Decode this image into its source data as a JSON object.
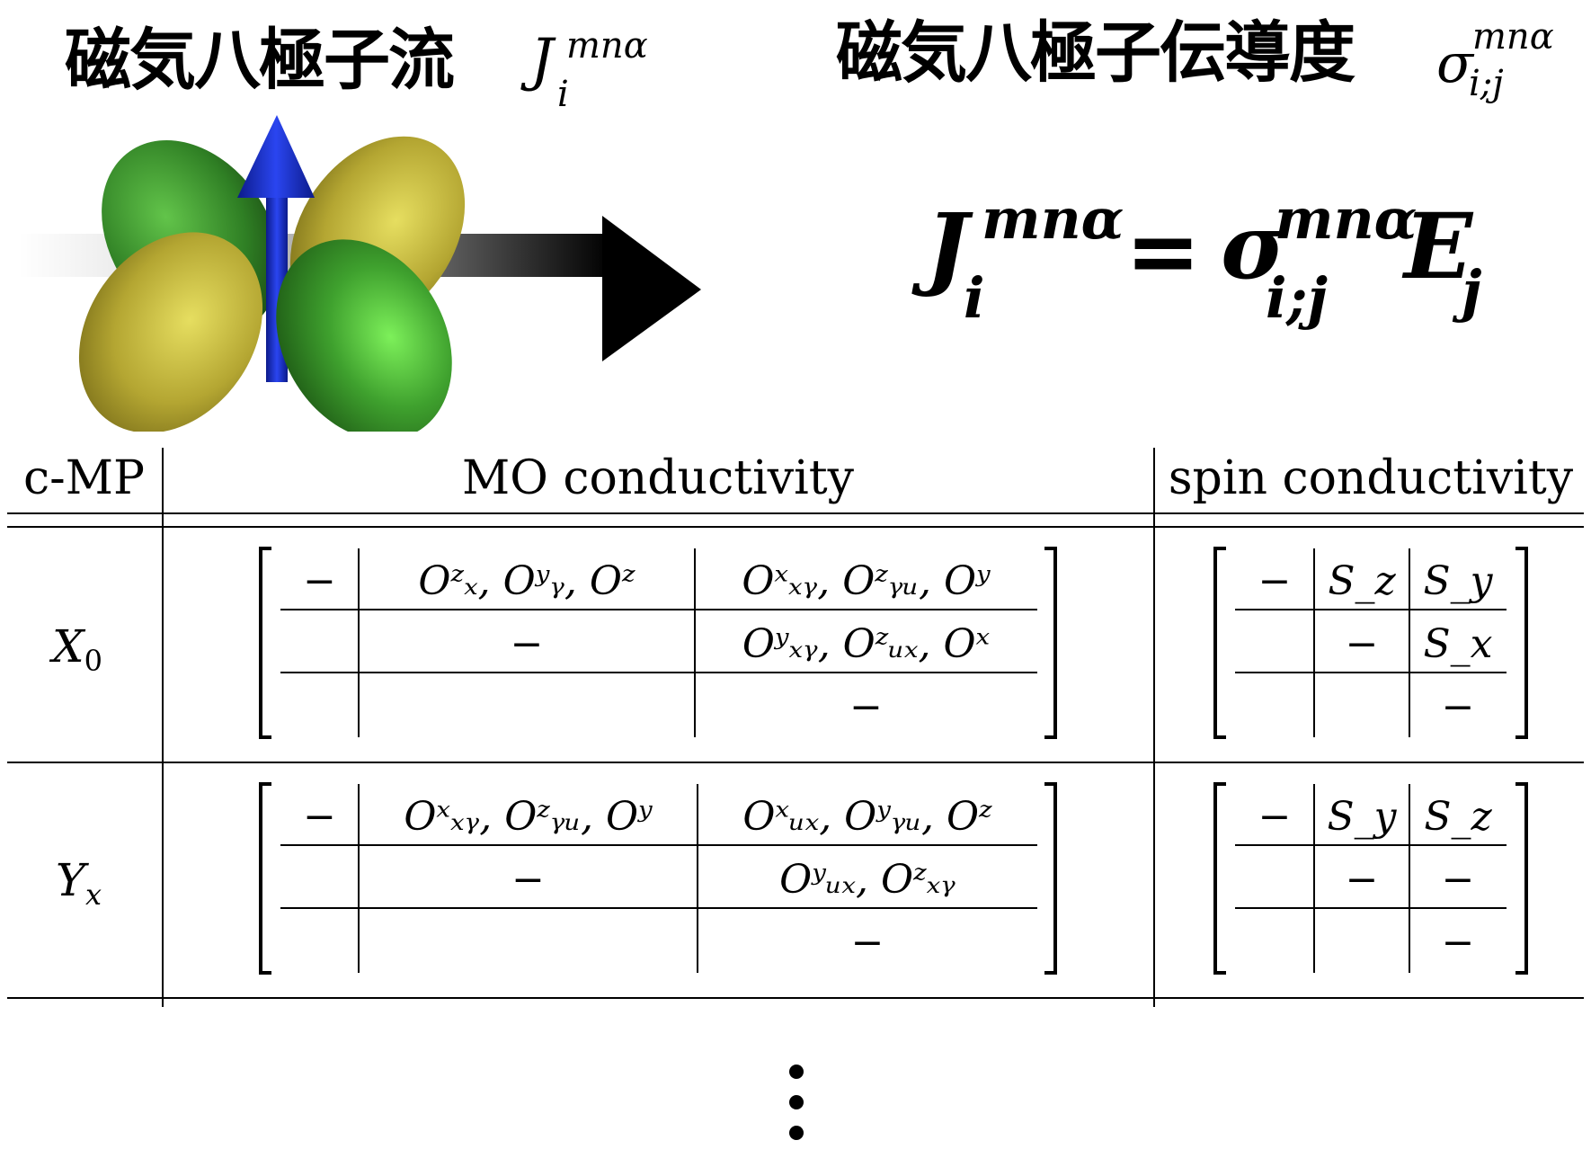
{
  "title_left": {
    "text": "磁気八極子流",
    "symbol": "J",
    "sup": "mnα",
    "sub": "i"
  },
  "title_right": {
    "text": "磁気八極子伝導度",
    "symbol": "σ",
    "sup": "mnα",
    "sub": "i;j"
  },
  "equation": {
    "lhs_symbol": "J",
    "lhs_sup": "mnα",
    "lhs_sub": "i",
    "equals": "=",
    "rhs_symbol": "σ",
    "rhs_sup": "mnα",
    "rhs_sub": "i;j",
    "field_symbol": "E",
    "field_sub": "j"
  },
  "table": {
    "headers": {
      "col1": "c-MP",
      "col2": "MO conductivity",
      "col3": "spin conductivity"
    },
    "rows": [
      {
        "label": "X₀",
        "mo": [
          [
            "−",
            "Oᶻₓ, Oʸᵧ, Oᶻ",
            "Oˣₓᵧ, Oᶻᵧᵤ, Oʸ"
          ],
          [
            "",
            "−",
            "Oʸₓᵧ, Oᶻᵤₓ, Oˣ"
          ],
          [
            "",
            "",
            "−"
          ]
        ],
        "spin": [
          [
            "−",
            "S_z",
            "S_y"
          ],
          [
            "",
            "−",
            "S_x"
          ],
          [
            "",
            "",
            "−"
          ]
        ]
      },
      {
        "label": "Yₓ",
        "mo": [
          [
            "−",
            "Oˣₓᵧ, Oᶻᵧᵤ, Oʸ",
            "Oˣᵤₓ, Oʸᵧᵤ, Oᶻ"
          ],
          [
            "",
            "−",
            "Oʸᵤₓ, Oᶻₓᵧ"
          ],
          [
            "",
            "",
            "−"
          ]
        ],
        "spin": [
          [
            "−",
            "S_y",
            "S_z"
          ],
          [
            "",
            "−",
            "−"
          ],
          [
            "",
            "",
            "−"
          ]
        ]
      }
    ]
  },
  "continuation": "⋮",
  "colors": {
    "arrow_blue": "#1a2fd0",
    "lobe_green": "#3fa12e",
    "lobe_yellow": "#c7b93a"
  }
}
